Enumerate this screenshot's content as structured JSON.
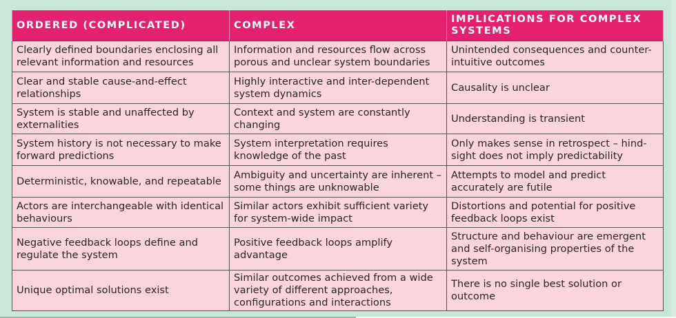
{
  "table": {
    "headers": [
      "ORDERED (COMPLICATED)",
      "COMPLEX",
      "IMPLICATIONS FOR COMPLEX SYSTEMS"
    ],
    "rows": [
      [
        "Clearly defined boundaries enclosing all relevant information and resources",
        "Information and resources flow across porous and unclear system boundaries",
        "Unintended consequences and counter-intuitive outcomes"
      ],
      [
        "Clear and stable cause-and-effect relationships",
        "Highly interactive and inter-dependent system dynamics",
        "Causality is unclear"
      ],
      [
        "System is stable and unaffected by externalities",
        "Context and system are constantly changing",
        "Understanding is transient"
      ],
      [
        "System history is not necessary to make forward predictions",
        "System interpretation requires knowledge of the past",
        "Only makes sense in retrospect – hind-sight does not imply predictability"
      ],
      [
        "Deterministic, knowable, and repeatable",
        "Ambiguity and uncertainty are inherent – some things are unknowable",
        "Attempts to model and predict accurately are futile"
      ],
      [
        "Actors are interchangeable with identical behaviours",
        "Similar actors exhibit sufficient variety for system-wide impact",
        "Distortions and potential for positive feedback loops exist"
      ],
      [
        "Negative feedback loops define and regulate the system",
        "Positive feedback loops amplify advantage",
        "Structure and behaviour are emergent and self-organising properties of the system"
      ],
      [
        "Unique optimal solutions exist",
        "Similar outcomes achieved from a wide variety of different approaches, configurations and interactions",
        "There is no single best solution or outcome"
      ]
    ]
  },
  "colors": {
    "background": "#c8e6da",
    "header": "#e4216e",
    "cell": "#fad6dc",
    "border": "#5a5050"
  }
}
